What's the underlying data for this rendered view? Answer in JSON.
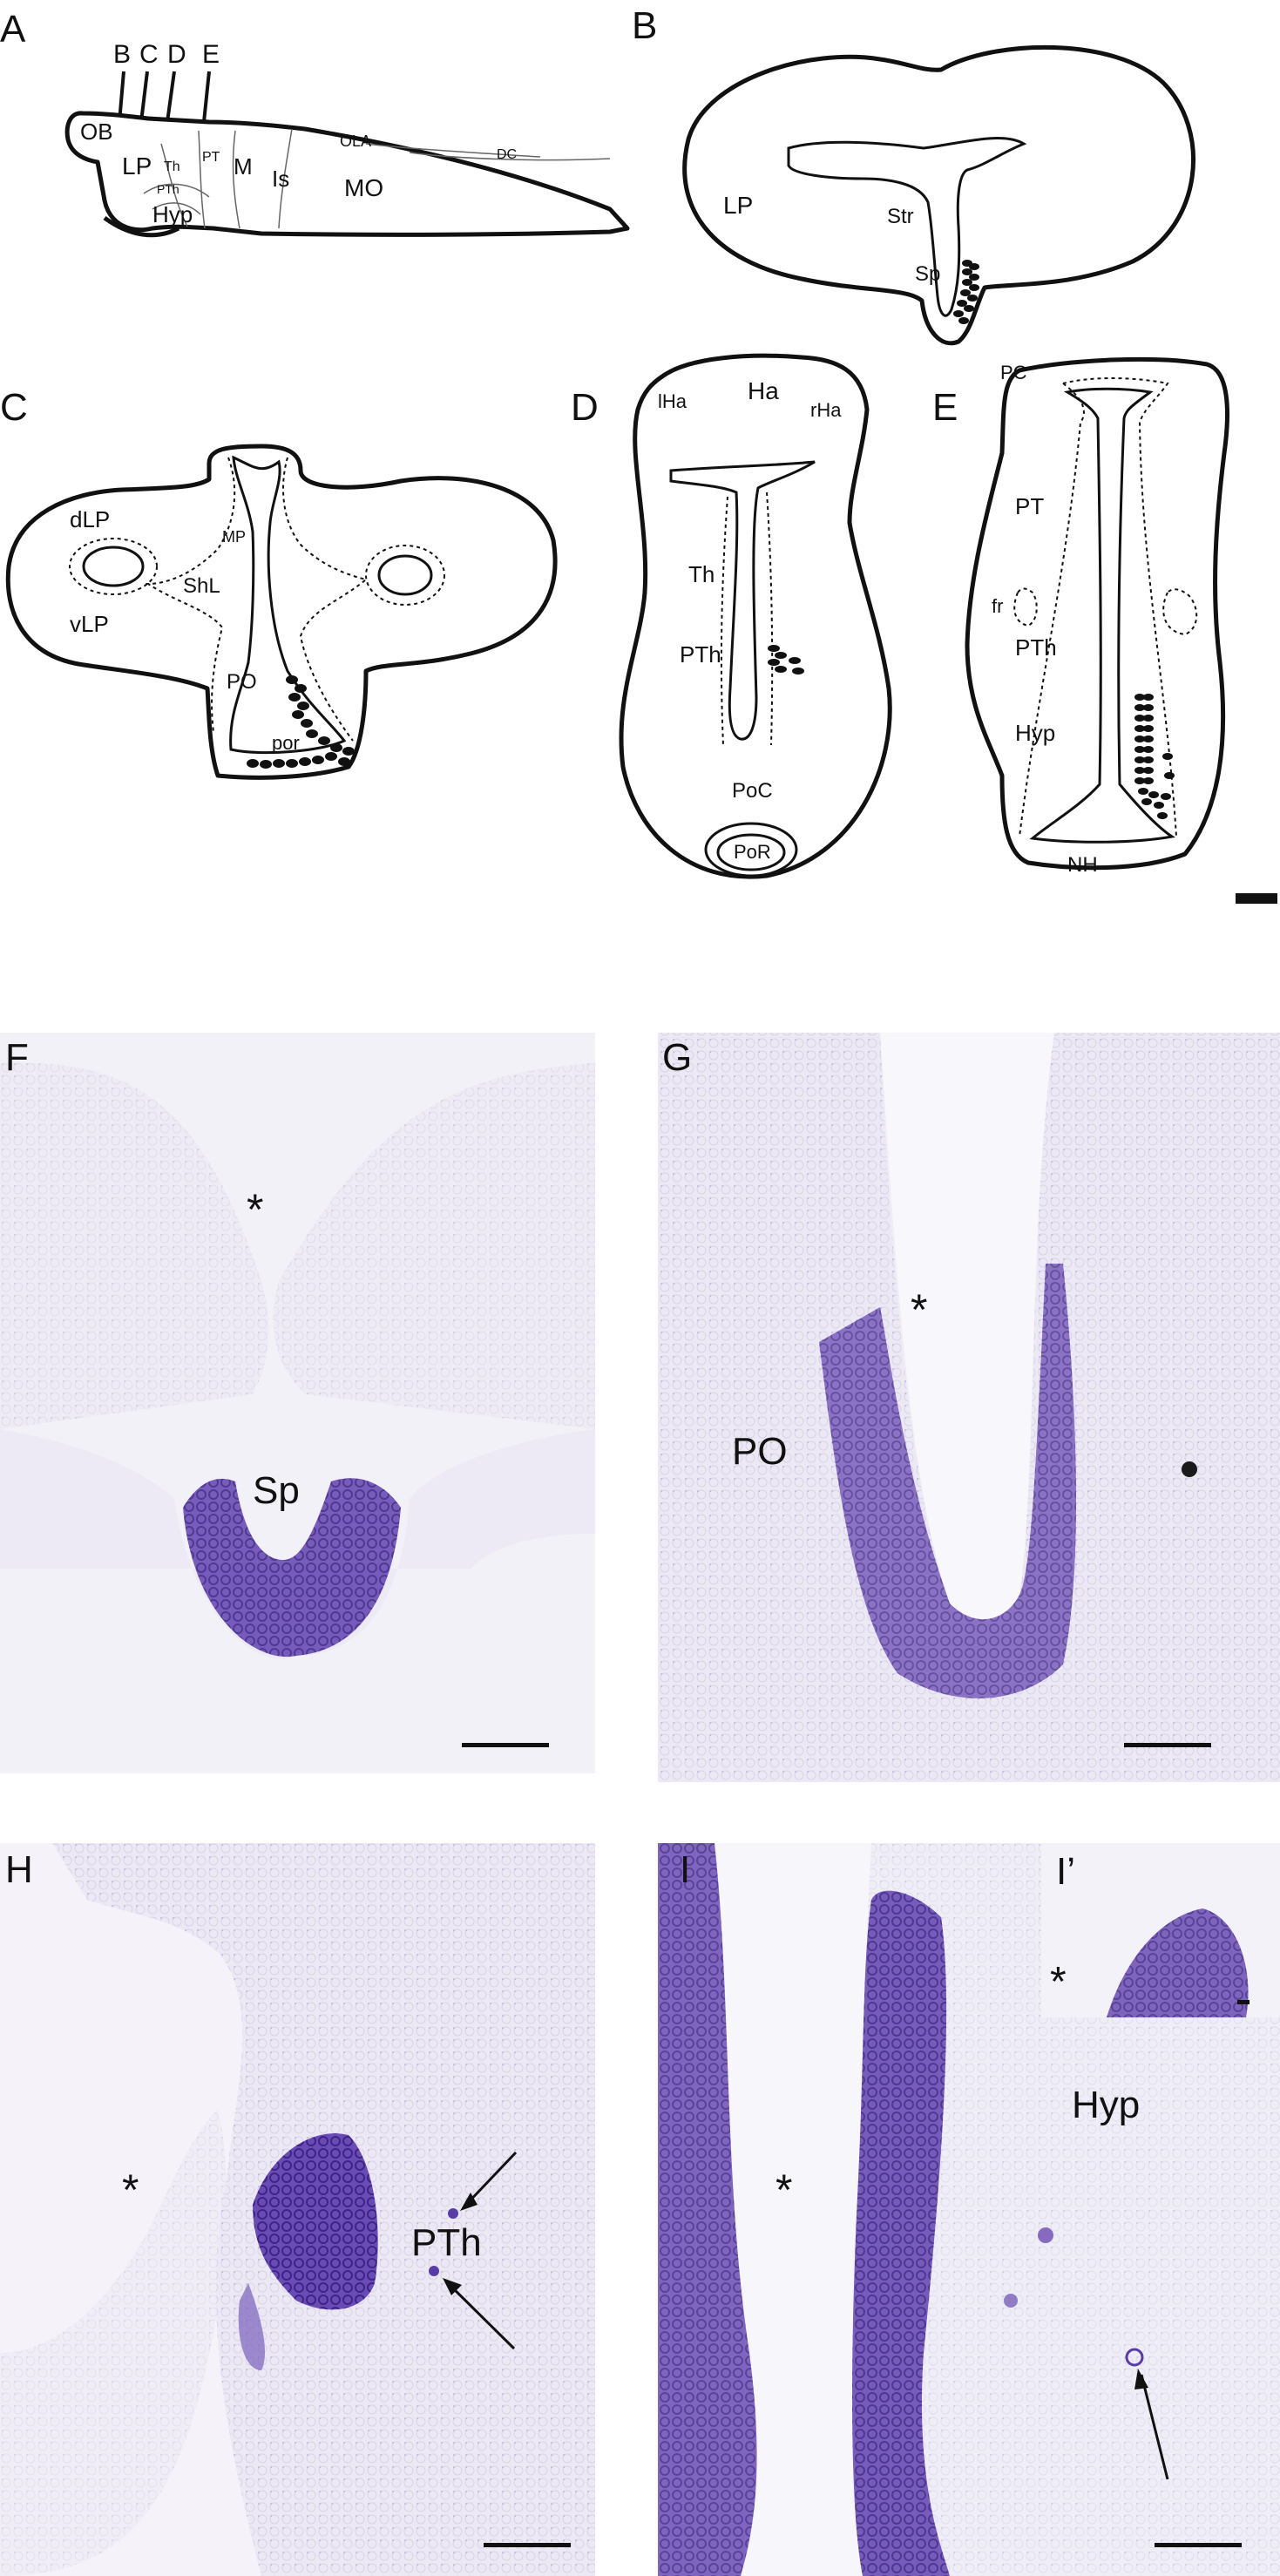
{
  "panels": {
    "A": "A",
    "B": "B",
    "C": "C",
    "D": "D",
    "E": "E",
    "F": "F",
    "G": "G",
    "H": "H",
    "I": "I",
    "I_inset": "I’"
  },
  "diagramA": {
    "section_marks": [
      "B",
      "C",
      "D",
      "E"
    ],
    "labels": {
      "OB": "OB",
      "LP": "LP",
      "Th": "Th",
      "PTh": "PTh",
      "Hyp": "Hyp",
      "PT": "PT",
      "M": "M",
      "Is": "Is",
      "OLA": "OLA",
      "DC": "DC",
      "MO": "MO"
    }
  },
  "diagramB": {
    "LP": "LP",
    "Str": "Str",
    "Sp": "Sp"
  },
  "diagramC": {
    "dLP": "dLP",
    "vLP": "vLP",
    "MP": "MP",
    "ShL": "ShL",
    "PO": "PO",
    "por": "por"
  },
  "diagramD": {
    "lHa": "lHa",
    "Ha": "Ha",
    "rHa": "rHa",
    "Th": "Th",
    "PTh": "PTh",
    "PoC": "PoC",
    "PoR": "PoR"
  },
  "diagramE": {
    "PC": "PC",
    "PT": "PT",
    "fr": "fr",
    "PTh": "PTh",
    "Hyp": "Hyp",
    "NH": "NH"
  },
  "photoF": {
    "ventricle": "*",
    "region": "Sp"
  },
  "photoG": {
    "ventricle": "*",
    "region": "PO"
  },
  "photoH": {
    "ventricle": "*",
    "region": "PTh"
  },
  "photoI": {
    "ventricle": "*",
    "region": "Hyp",
    "inset_ventricle": "*"
  },
  "colors": {
    "stain": "#4a2a9a",
    "tissue_bg": "#e9e6f3",
    "line": "#111111"
  }
}
